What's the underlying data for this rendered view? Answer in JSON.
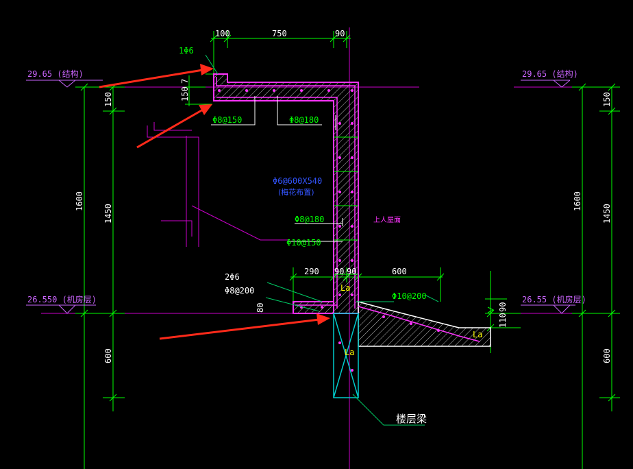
{
  "colors": {
    "background": "#000000",
    "dimension": "#00ff00",
    "structure": "#ff33ff",
    "rebar_text": "#00ff00",
    "level_text": "#cc66ff",
    "note_text": "#3355ff",
    "annotation_arrow": "#ff2a1a",
    "lap_text": "#ffff00",
    "beam_outline": "#00cccc",
    "leader": "#00cc66",
    "grid_line": "#cc00cc",
    "hatch": "#c8c8c8"
  },
  "levels": {
    "roof_left": "29.65 (结构)",
    "roof_right": "29.65 (结构)",
    "machine_left": "26.550 (机房层)",
    "machine_right": "26.55 (机房层)"
  },
  "dims": {
    "top_100": "100",
    "top_750": "750",
    "top_90": "90",
    "mid_290": "290",
    "mid_90a": "90",
    "mid_90b": "90",
    "mid_600": "600",
    "left_150": "150",
    "left_1450": "1450",
    "left_1600": "1600",
    "left_600": "600",
    "right_150": "150",
    "right_1450": "1450",
    "right_1600": "1600",
    "right_600": "600",
    "slab_150": "150",
    "slab_7": "7",
    "step_80": "80",
    "step_110": "110",
    "step_90": "90"
  },
  "rebar": {
    "phi6_1": "1Φ6",
    "phi8_150": "Φ8@150",
    "phi8_180_top": "Φ8@180",
    "phi6_600x540": "Φ6@600X540",
    "phi6_note": "(梅花布置)",
    "phi8_180_wall": "Φ8@180",
    "phi10_150": "Φ10@150",
    "two_phi6": "2Φ6",
    "phi8_200": "Φ8@200",
    "phi10_200": "Φ10@200"
  },
  "labels": {
    "roof_note": "上人屋面",
    "floor_beam": "楼层梁",
    "la_1": "La",
    "la_2": "La",
    "la_3": "La"
  }
}
